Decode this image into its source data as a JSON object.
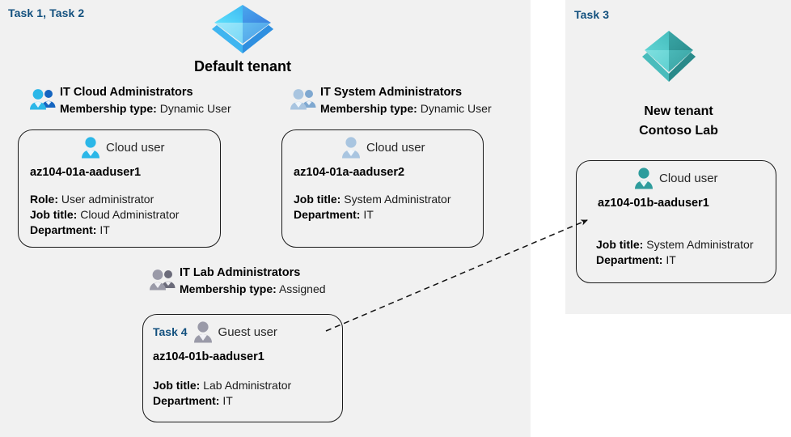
{
  "colors": {
    "panel_bg": "#f1f1f1",
    "page_bg": "#ffffff",
    "task_label": "#12507e",
    "card_border": "#1a1a1a",
    "tenant_blue_light": "#50d5f7",
    "tenant_blue_dark": "#3a8ee6",
    "tenant_teal_light": "#4fc8c8",
    "tenant_teal_dark": "#1f9e9e",
    "person_cyan": "#2bb7e8",
    "person_blue_dark": "#1565c0",
    "person_muted": "#9bb8d8",
    "person_grey": "#8b8b96",
    "person_teal": "#2e9c9c"
  },
  "left_panel": {
    "task_label": "Task 1, Task 2",
    "tenant": {
      "icon": "azure-tenant-icon",
      "title": "Default tenant"
    },
    "groups": [
      {
        "icon": "group-users-icon",
        "name": "IT Cloud Administrators",
        "membership_label": "Membership type:",
        "membership_value": "Dynamic User"
      },
      {
        "icon": "group-users-icon",
        "name": "IT System Administrators",
        "membership_label": "Membership type:",
        "membership_value": "Dynamic User"
      },
      {
        "icon": "group-users-icon",
        "name": "IT Lab Administrators",
        "membership_label": "Membership type:",
        "membership_value": "Assigned"
      }
    ],
    "cards": [
      {
        "task": "",
        "user_icon": "cloud-user-icon",
        "user_type": "Cloud user",
        "user_name": "az104-01a-aaduser1",
        "attrs": [
          {
            "label": "Role:",
            "value": "User administrator"
          },
          {
            "label": "Job title:",
            "value": "Cloud Administrator"
          },
          {
            "label": "Department:",
            "value": "IT"
          }
        ]
      },
      {
        "task": "",
        "user_icon": "cloud-user-icon",
        "user_type": "Cloud user",
        "user_name": "az104-01a-aaduser2",
        "attrs": [
          {
            "label": "Job title:",
            "value": "System Administrator"
          },
          {
            "label": "Department:",
            "value": "IT"
          }
        ]
      },
      {
        "task": "Task 4",
        "user_icon": "guest-user-icon",
        "user_type": "Guest user",
        "user_name": "az104-01b-aaduser1",
        "attrs": [
          {
            "label": "Job title:",
            "value": "Lab Administrator"
          },
          {
            "label": "Department:",
            "value": "IT"
          }
        ]
      }
    ]
  },
  "right_panel": {
    "task_label": "Task 3",
    "tenant": {
      "icon": "azure-tenant-icon",
      "title_line1": "New  tenant",
      "title_line2": "Contoso Lab"
    },
    "card": {
      "user_icon": "cloud-user-icon",
      "user_type": "Cloud user",
      "user_name": "az104-01b-aaduser1",
      "attrs": [
        {
          "label": "Job title:",
          "value": "System Administrator"
        },
        {
          "label": "Department:",
          "value": "IT"
        }
      ]
    }
  },
  "connector": {
    "name": "invite-guest-arrow",
    "style": "dashed-arrow"
  }
}
